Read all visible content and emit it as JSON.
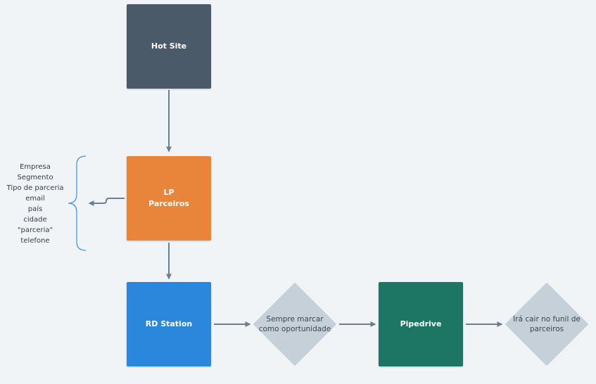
{
  "nodes": {
    "hot_site": {
      "lines": [
        "Hot Site"
      ],
      "color": "#4b5a68"
    },
    "lp": {
      "lines": [
        "LP",
        "Parceiros"
      ],
      "color": "#e8853a"
    },
    "rd_station": {
      "lines": [
        "RD Station"
      ],
      "color": "#2b87dc"
    },
    "pipedrive": {
      "lines": [
        "Pipedrive"
      ],
      "color": "#1d7663"
    }
  },
  "decisions": {
    "oportunidade": {
      "lines": [
        "Sempre marcar",
        "como oportunidade"
      ]
    },
    "funil": {
      "lines": [
        "Irá cair no funil de",
        "parceiros"
      ]
    }
  },
  "lp_fields": [
    "Empresa",
    "Segmento",
    "Tipo de parceria",
    "email",
    "país",
    "cidade",
    "\"parceria\"",
    "telefone"
  ],
  "colors": {
    "connector": "#6d7f8d",
    "brace": "#3b8fd9",
    "decision_fill": "#c5d0d8",
    "background": "#f0f4f7"
  }
}
